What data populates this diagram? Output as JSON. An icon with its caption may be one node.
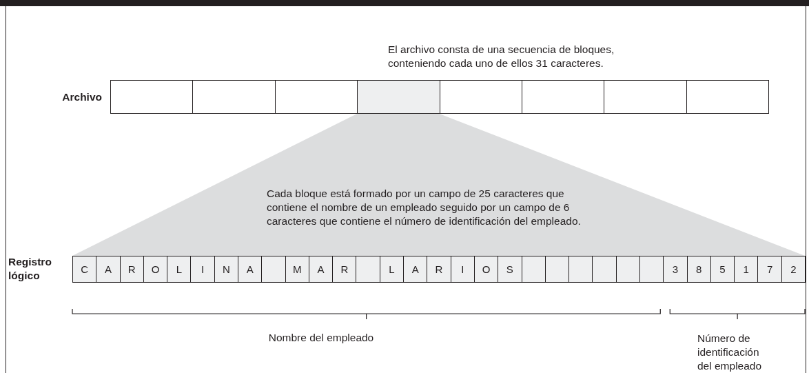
{
  "diagram": {
    "nodes": [
      {
        "text": [],
        "shape": "box"
      },
      {
        "text": [],
        "shape": "box"
      },
      {
        "text": [],
        "shape": "box"
      },
      {
        "text": [],
        "shape": "box"
      },
      {
        "text": [],
        "shape": "box"
      },
      {
        "text": [],
        "shape": "box"
      },
      {
        "text": [],
        "shape": "box"
      },
      {
        "text": [],
        "shape": "box"
      },
      {
        "text": [
          "C"
        ]
      },
      {
        "text": [
          "A"
        ]
      },
      {
        "text": [
          "R"
        ]
      },
      {
        "text": [
          "O"
        ]
      },
      {
        "text": [
          "L"
        ]
      },
      {
        "text": [
          "I"
        ]
      },
      {
        "text": [
          "N"
        ]
      },
      {
        "text": [
          "A"
        ]
      },
      {
        "text": [],
        "shape": "box"
      },
      {
        "text": [
          "M"
        ]
      },
      {
        "text": [
          "A"
        ]
      },
      {
        "text": [
          "R"
        ]
      },
      {
        "text": [],
        "shape": "box"
      },
      {
        "text": [
          "L"
        ]
      },
      {
        "text": [
          "A"
        ]
      },
      {
        "text": [
          "R"
        ]
      },
      {
        "text": [
          "I"
        ]
      },
      {
        "text": [
          "O"
        ]
      },
      {
        "text": [
          "S"
        ]
      },
      {
        "text": [],
        "shape": "box"
      },
      {
        "text": [],
        "shape": "box"
      },
      {
        "text": [],
        "shape": "box"
      },
      {
        "text": [],
        "shape": "box"
      },
      {
        "text": [],
        "shape": "box"
      },
      {
        "text": [],
        "shape": "box"
      },
      {
        "text": [
          "3"
        ]
      },
      {
        "text": [
          "8"
        ]
      },
      {
        "text": [
          "5"
        ]
      },
      {
        "text": [
          "1"
        ]
      },
      {
        "text": [
          "7"
        ]
      },
      {
        "text": [
          "2"
        ]
      }
    ],
    "labels": [
      "El archivo consta de una secuencia de bloques, conteniendo cada uno de ellos 31 caracteres.",
      "Archivo",
      "Cada bloque está formado por un campo de 25 caracteres que contiene el nombre de un empleado seguido por un campo de 6 caracteres que contiene el número de identificación del empleado.",
      "Registro lógico",
      "Nombre del empleado",
      "Número de identificación del empleado"
    ]
  }
}
